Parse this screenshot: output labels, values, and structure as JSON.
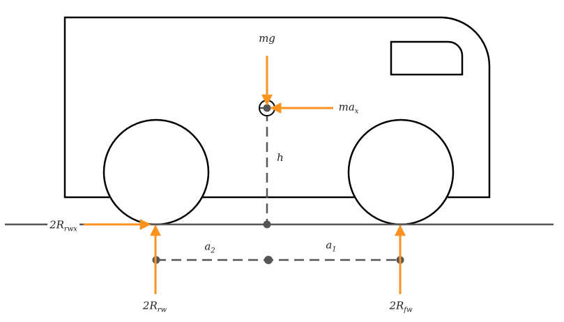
{
  "labels": {
    "gravity": {
      "base": "mg",
      "sub": ""
    },
    "inertia": {
      "base": "ma",
      "sub": "x"
    },
    "height": {
      "base": "h",
      "sub": ""
    },
    "rear_distance": {
      "base": "a",
      "sub": "2"
    },
    "front_distance": {
      "base": "a",
      "sub": "1"
    },
    "rear_longitudinal_force": {
      "base": "2R",
      "sub": "rwx"
    },
    "rear_normal_force": {
      "base": "2R",
      "sub": "rw"
    },
    "front_normal_force": {
      "base": "2R",
      "sub": "fw"
    }
  },
  "colors": {
    "force": "#f7931e",
    "body": "#000000",
    "ground": "#555555",
    "point": "#555555"
  }
}
